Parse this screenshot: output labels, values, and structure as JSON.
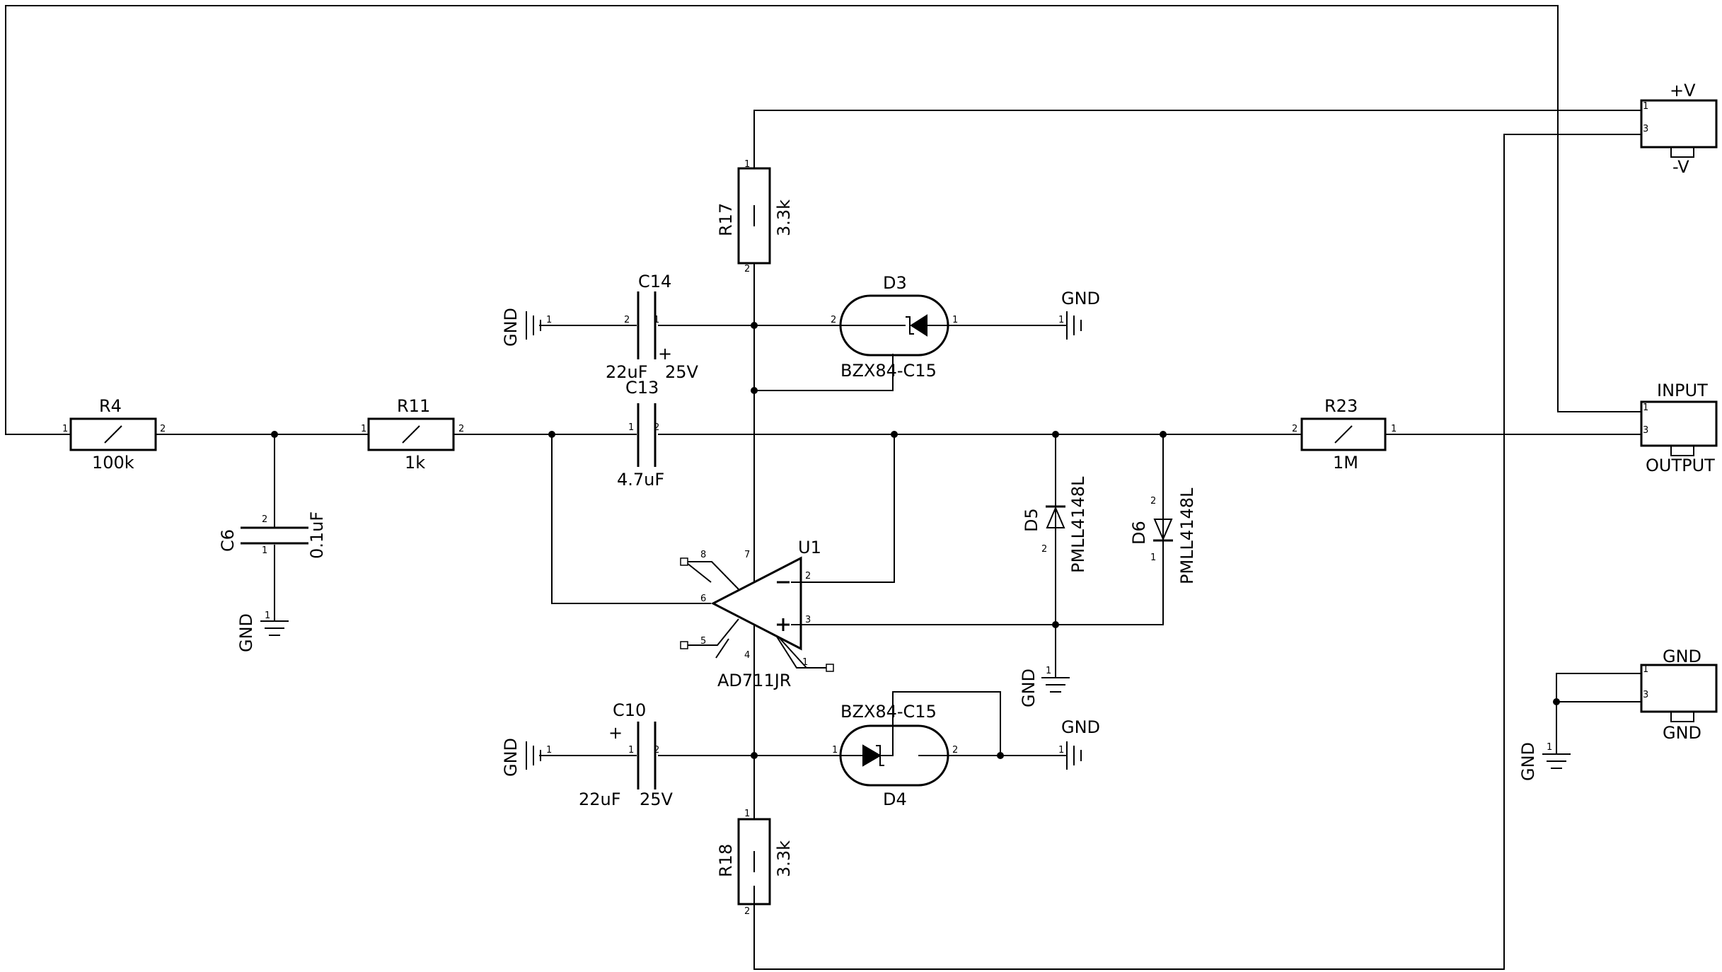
{
  "components": {
    "r4": {
      "ref": "R4",
      "value": "100k"
    },
    "r11": {
      "ref": "R11",
      "value": "1k"
    },
    "r23": {
      "ref": "R23",
      "value": "1M"
    },
    "r17": {
      "ref": "R17",
      "value": "3.3k"
    },
    "r18": {
      "ref": "R18",
      "value": "3.3k"
    },
    "c6": {
      "ref": "C6",
      "value": "0.1uF"
    },
    "c13": {
      "ref": "C13",
      "value": "4.7uF"
    },
    "c14": {
      "ref": "C14",
      "value": "22uF",
      "voltage": "25V"
    },
    "c10": {
      "ref": "C10",
      "value": "22uF",
      "voltage": "25V"
    },
    "d3": {
      "ref": "D3",
      "value": "BZX84-C15"
    },
    "d4": {
      "ref": "D4",
      "value": "BZX84-C15"
    },
    "d5": {
      "ref": "D5",
      "value": "PMLL4148L"
    },
    "d6": {
      "ref": "D6",
      "value": "PMLL4148L"
    },
    "u1": {
      "ref": "U1",
      "value": "AD711JR"
    }
  },
  "connectors": {
    "power": {
      "top": "+V",
      "bottom": "-V"
    },
    "io": {
      "top": "INPUT",
      "bottom": "OUTPUT"
    },
    "ground": {
      "top": "GND",
      "bottom": "GND"
    }
  },
  "symbols": {
    "gnd": "GND",
    "plus": "+",
    "minus": "−"
  },
  "pins": {
    "p1": "1",
    "p2": "2",
    "p3": "3",
    "p4": "4",
    "p5": "5",
    "p6": "6",
    "p7": "7",
    "p8": "8"
  }
}
